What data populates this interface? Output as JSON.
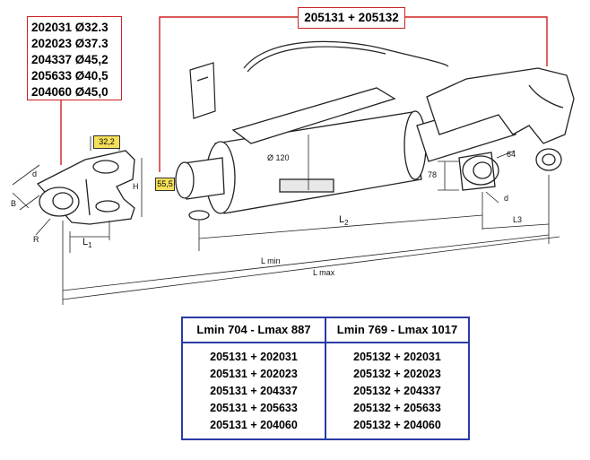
{
  "parts_list": [
    "202031 Ø32.3",
    "202023 Ø37.3",
    "204337 Ø45,2",
    "205633 Ø40,5",
    "204060 Ø45,0"
  ],
  "combo_title": "205131 + 205132",
  "yellow_labels": {
    "width": "32,2",
    "height": "55,5"
  },
  "dimension_labels": {
    "d_left": "d",
    "b": "B",
    "r": "R",
    "h": "H",
    "l1": "L",
    "l1_sub": "1",
    "diameter": "Ø 120",
    "l2": "L",
    "l2_sub": "2",
    "l3": "L3",
    "v78": "78",
    "v64": "64",
    "d_right": "d",
    "lmin": "L min",
    "lmax": "L max"
  },
  "table": {
    "columns": [
      {
        "header": "Lmin 704 - Lmax 887",
        "rows": [
          "205131 + 202031",
          "205131 + 202023",
          "205131 + 204337",
          "205131 + 205633",
          "205131 + 204060"
        ]
      },
      {
        "header": "Lmin 769 - Lmax 1017",
        "rows": [
          "205132 + 202031",
          "205132 + 202023",
          "205132 + 204337",
          "205132 + 205633",
          "205132 + 204060"
        ]
      }
    ]
  },
  "colors": {
    "callout_red": "#cc2222",
    "table_blue": "#2b3aa6",
    "label_yellow": "#f6e05a"
  },
  "icons": [
    "clevis-fork-drawing",
    "hydraulic-cylinder-drawing",
    "ball-end-drawing",
    "hose-drawing",
    "hook-end-drawing"
  ]
}
